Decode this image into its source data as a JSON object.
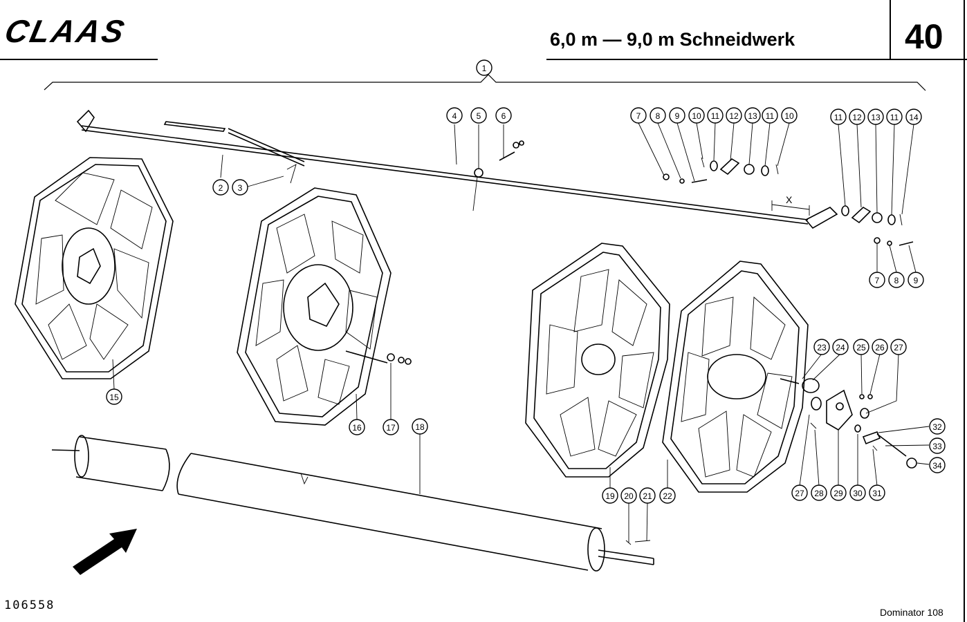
{
  "header": {
    "brand": "CLAAS",
    "title": "6,0 m — 9,0 m Schneidwerk",
    "page_number": "40"
  },
  "footer": {
    "drawing_number": "106558",
    "model": "Dominator 108"
  },
  "part_labels": [
    "1",
    "2",
    "3",
    "4",
    "5",
    "6",
    "7",
    "8",
    "9",
    "10",
    "11",
    "12",
    "13",
    "11",
    "10",
    "11",
    "12",
    "13",
    "11",
    "14",
    "7",
    "8",
    "9",
    "15",
    "16",
    "17",
    "18",
    "19",
    "20",
    "21",
    "22",
    "23",
    "24",
    "25",
    "26",
    "27",
    "27",
    "28",
    "29",
    "30",
    "31",
    "32",
    "33",
    "34"
  ],
  "dimension_label": "X"
}
